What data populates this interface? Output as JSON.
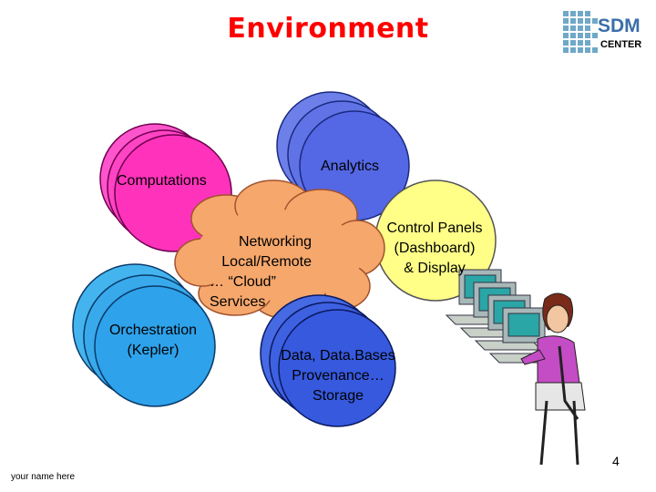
{
  "slide": {
    "title": "Environment",
    "page_number": "4",
    "footer": "your name here"
  },
  "logo": {
    "text_top": "SDM",
    "text_bottom": "CENTER"
  },
  "nodes": {
    "computations": "Computations",
    "analytics": "Analytics",
    "networking": [
      "Networking",
      "Local/Remote",
      "… “Cloud”",
      "Services"
    ],
    "control_panels": [
      "Control Panels",
      "(Dashboard)",
      "& Display"
    ],
    "orchestration": [
      "Orchestration",
      "(Kepler)"
    ],
    "data": [
      "Data, Data.Bases",
      "Provenance…",
      "Storage"
    ]
  },
  "colors": {
    "title": "#ff0000",
    "computations": "#ff44cc",
    "analytics": "#5b6ee8",
    "networking": "#f5a76c",
    "control_panels": "#ffff88",
    "orchestration": "#33aaee",
    "data": "#3a5fe0"
  }
}
